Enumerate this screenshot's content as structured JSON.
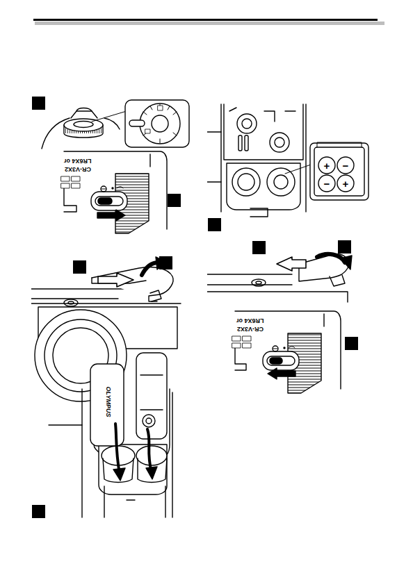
{
  "diagram": {
    "labels": [
      "LR6X4 or",
      "CR-V3X2",
      "OLYMPUS",
      "+",
      "−",
      "−",
      "+",
      "LR6X4 or",
      "CR-V3X2"
    ]
  }
}
